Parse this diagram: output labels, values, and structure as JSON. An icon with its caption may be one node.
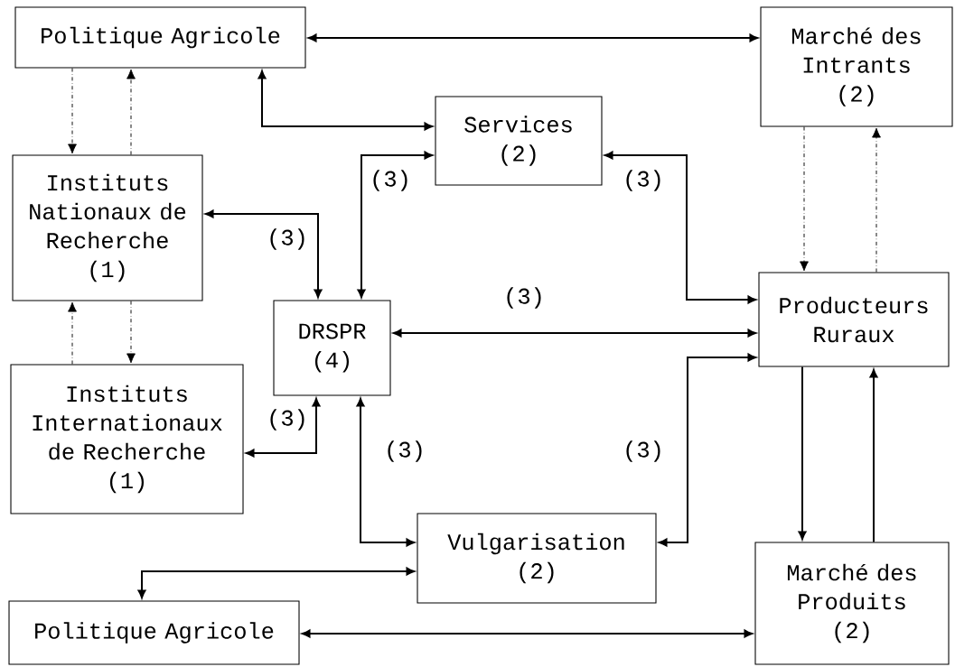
{
  "diagram": {
    "nodes": [
      {
        "text": [
          "Politique Agricole"
        ]
      },
      {
        "text": [
          "Marché des Intrants",
          "(2)"
        ]
      },
      {
        "text": [
          "Services",
          "(2)"
        ]
      },
      {
        "text": [
          "Instituts Nationaux de Recherche",
          "(1)"
        ]
      },
      {
        "text": [
          "Producteurs Ruraux"
        ]
      },
      {
        "text": [
          "DRSPR",
          "(4)"
        ]
      },
      {
        "text": [
          "Instituts Internationaux de Recherche",
          "(1)"
        ]
      },
      {
        "text": [
          "Vulgarisation",
          "(2)"
        ]
      },
      {
        "text": [
          "Politique Agricole"
        ]
      },
      {
        "text": [
          "Marché des Produits",
          "(2)"
        ]
      }
    ],
    "edges": [
      {
        "from": 0,
        "to": 1,
        "arrow": "both"
      },
      {
        "from": 0,
        "to": 3,
        "arrow": "to",
        "style": "dashed"
      },
      {
        "from": 3,
        "to": 0,
        "arrow": "to",
        "style": "dashed"
      },
      {
        "from": 0,
        "to": 2,
        "arrow": "both"
      },
      {
        "from": 5,
        "to": 2,
        "arrow": "both",
        "label": "(3)"
      },
      {
        "from": 3,
        "to": 5,
        "arrow": "both",
        "label": "(3)"
      },
      {
        "from": 2,
        "to": 4,
        "arrow": "both",
        "label": "(3)"
      },
      {
        "from": 1,
        "to": 4,
        "arrow": "to",
        "style": "dashed"
      },
      {
        "from": 4,
        "to": 1,
        "arrow": "to",
        "style": "dashed"
      },
      {
        "from": 5,
        "to": 4,
        "arrow": "both",
        "label": "(3)"
      },
      {
        "from": 3,
        "to": 6,
        "arrow": "to",
        "style": "dashed"
      },
      {
        "from": 6,
        "to": 3,
        "arrow": "to",
        "style": "dashed"
      },
      {
        "from": 5,
        "to": 6,
        "arrow": "both",
        "label": "(3)"
      },
      {
        "from": 5,
        "to": 7,
        "arrow": "both",
        "label": "(3)"
      },
      {
        "from": 7,
        "to": 4,
        "arrow": "both",
        "label": "(3)"
      },
      {
        "from": 8,
        "to": 7,
        "arrow": "both"
      },
      {
        "from": 8,
        "to": 9,
        "arrow": "both"
      },
      {
        "from": 4,
        "to": 9,
        "arrow": "to"
      },
      {
        "from": 9,
        "to": 4,
        "arrow": "to"
      }
    ]
  }
}
